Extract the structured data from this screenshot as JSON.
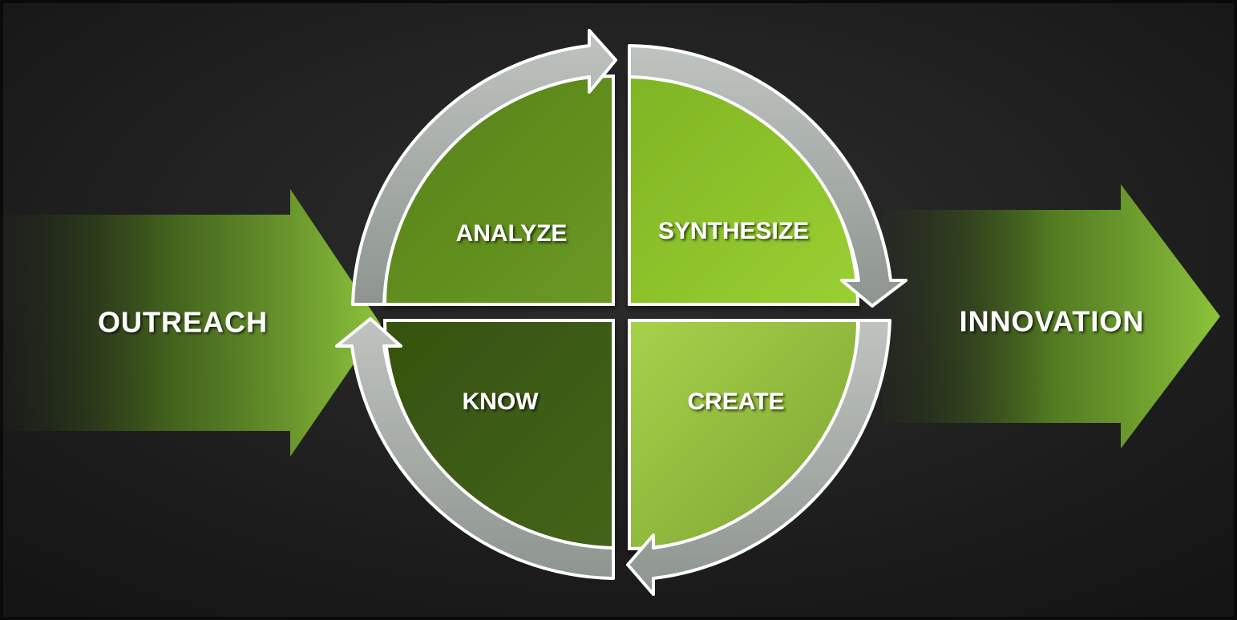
{
  "diagram": {
    "quadrants": [
      {
        "key": "analyze",
        "label": "ANALYZE"
      },
      {
        "key": "synthesize",
        "label": "SYNTHESIZE"
      },
      {
        "key": "know",
        "label": "KNOW"
      },
      {
        "key": "create",
        "label": "CREATE"
      }
    ],
    "left_arrow": {
      "label": "OUTREACH"
    },
    "right_arrow": {
      "label": "INNOVATION"
    }
  },
  "colors": {
    "background": "#1a1a1a",
    "analyze": "#5c8a1c",
    "synthesize": "#8fc42c",
    "know": "#3e5c14",
    "create": "#98c440",
    "ring": "#aab0ab",
    "ring_outline": "#ffffff",
    "arrow_tip": "#8dc43b"
  }
}
